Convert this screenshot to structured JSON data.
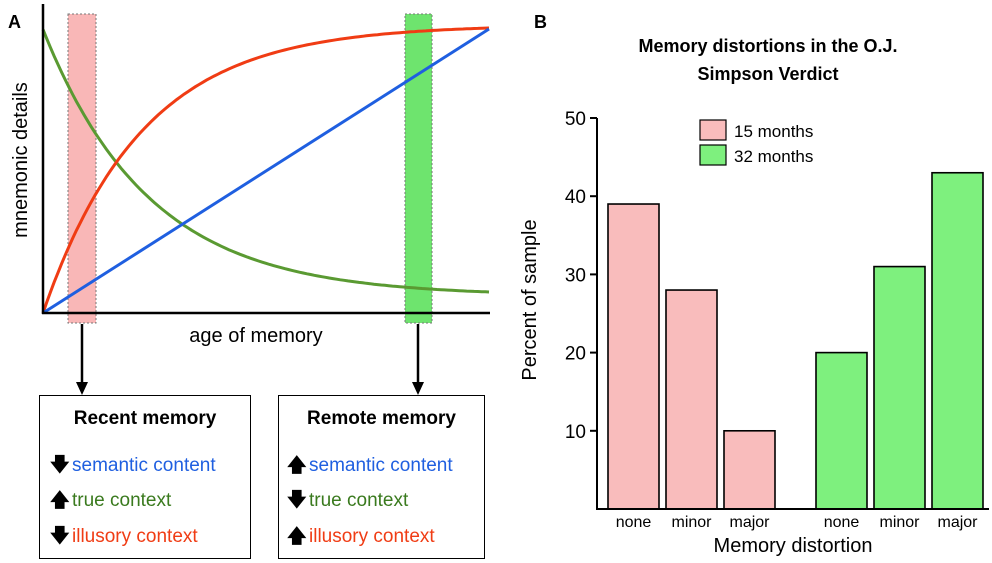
{
  "panel_a": {
    "label": "A",
    "ylabel": "mnemonic details",
    "xlabel": "age of memory",
    "colors": {
      "semantic": "#1f5fe0",
      "true": "#5a9a32",
      "illusory": "#f03c14",
      "recent_band": "#f9b7b7",
      "remote_band": "#6ee46e"
    },
    "recent_box": {
      "title": "Recent memory",
      "rows": [
        {
          "arrow": "down",
          "text": "semantic content"
        },
        {
          "arrow": "up",
          "text": "true context"
        },
        {
          "arrow": "down",
          "text": "illusory context"
        }
      ]
    },
    "remote_box": {
      "title": "Remote memory",
      "rows": [
        {
          "arrow": "up",
          "text": "semantic content"
        },
        {
          "arrow": "down",
          "text": "true context"
        },
        {
          "arrow": "up",
          "text": "illusory context"
        }
      ]
    }
  },
  "panel_b": {
    "label": "B"
  },
  "chart_data": {
    "type": "bar",
    "title": "Memory distortions in the O.J. Simpson Verdict",
    "title_lines": [
      "Memory distortions in the O.J.",
      "Simpson Verdict"
    ],
    "xlabel": "Memory distortion",
    "ylabel": "Percent of sample",
    "ylim": [
      0,
      50
    ],
    "yticks": [
      10,
      20,
      30,
      40,
      50
    ],
    "legend_position": "top-center",
    "series": [
      {
        "name": "15 months",
        "color": "#f9bcbc",
        "categories": [
          "none",
          "minor",
          "major"
        ],
        "values": [
          39,
          28,
          10
        ]
      },
      {
        "name": "32 months",
        "color": "#7ef07e",
        "categories": [
          "none",
          "minor",
          "major"
        ],
        "values": [
          20,
          31,
          43
        ]
      }
    ]
  }
}
